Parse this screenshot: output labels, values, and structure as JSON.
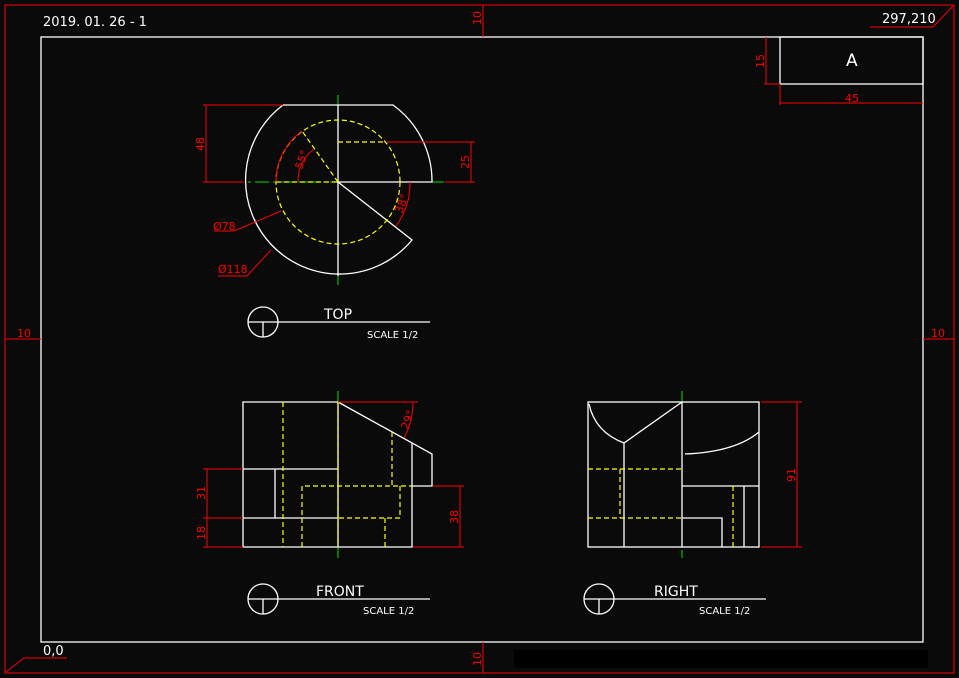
{
  "sheet": {
    "date_label": "2019. 01. 26 - 1",
    "top_right_coord": "297,210",
    "origin_coord": "0,0",
    "margin_top": "10",
    "margin_bottom": "10",
    "margin_left": "10",
    "margin_right": "10"
  },
  "title_block": {
    "letter": "A",
    "height_dim": "15",
    "width_dim": "45"
  },
  "views": {
    "top": {
      "title": "TOP",
      "scale": "SCALE 1/2",
      "dims": {
        "height": "48",
        "offset": "25",
        "angle_left": "55°",
        "angle_right": "38°",
        "inner_dia": "Ø78",
        "outer_dia": "Ø118"
      }
    },
    "front": {
      "title": "FRONT",
      "scale": "SCALE 1/2",
      "dims": {
        "upper": "31",
        "lower": "18",
        "right": "38",
        "angle": "29°"
      }
    },
    "right": {
      "title": "RIGHT",
      "scale": "SCALE 1/2",
      "dims": {
        "height": "91"
      }
    }
  },
  "colors": {
    "background": "#0a0a0a",
    "object": "#ffffff",
    "hidden": "#ffff00",
    "dimension": "#ff0000",
    "center": "#00dd00"
  }
}
